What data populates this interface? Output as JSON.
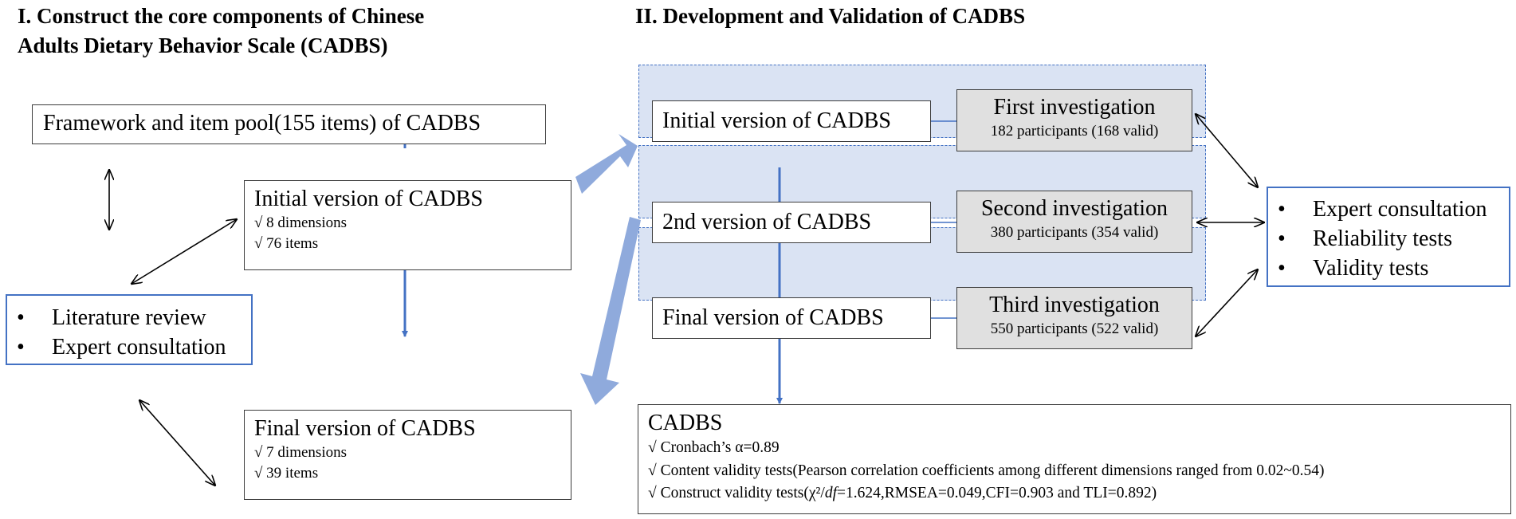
{
  "section1": {
    "title_line1": "I.  Construct the core components of Chinese",
    "title_line2": "Adults Dietary Behavior Scale (CADBS)",
    "framework_box": "Framework and item pool(155 items) of CADBS",
    "initial_box": {
      "title": "Initial version of CADBS",
      "lines": [
        "√  8 dimensions",
        "√  76 items"
      ]
    },
    "final_box": {
      "title": "Final version of CADBS",
      "lines": [
        "√  7 dimensions",
        "√  39 items"
      ]
    },
    "methods_box": {
      "bullet": "•",
      "items": [
        "Literature review",
        "Expert consultation"
      ]
    }
  },
  "section2": {
    "title": "II.  Development and Validation of CADBS",
    "rows": [
      {
        "version": "Initial version of CADBS",
        "investigation": "First investigation",
        "participants": "182 participants  (168 valid)"
      },
      {
        "version": "2nd version of CADBS",
        "investigation": "Second investigation",
        "participants": "380 participants  (354 valid)"
      },
      {
        "version": "Final version of CADBS",
        "investigation": "Third investigation",
        "participants": "550 participants  (522 valid)"
      }
    ],
    "tests_box": {
      "bullet": "•",
      "items": [
        "Expert consultation",
        "Reliability tests",
        "Validity tests"
      ]
    },
    "result_box": {
      "title": "CADBS",
      "line1": "√ Cronbach’s  α=0.89",
      "line2": "√ Content validity tests(Pearson correlation coefficients among different dimensions ranged from 0.02~0.54)",
      "line3_prefix": "√ Construct validity tests(χ²/",
      "line3_df": "df",
      "line3_suffix": "=1.624,RMSEA=0.049,CFI=0.903 and TLI=0.892)"
    }
  },
  "colors": {
    "accent_blue": "#4472c4",
    "arrow_light_blue": "#8faadc",
    "band_fill": "#dae3f3",
    "grey_fill": "#e0e0e0"
  }
}
